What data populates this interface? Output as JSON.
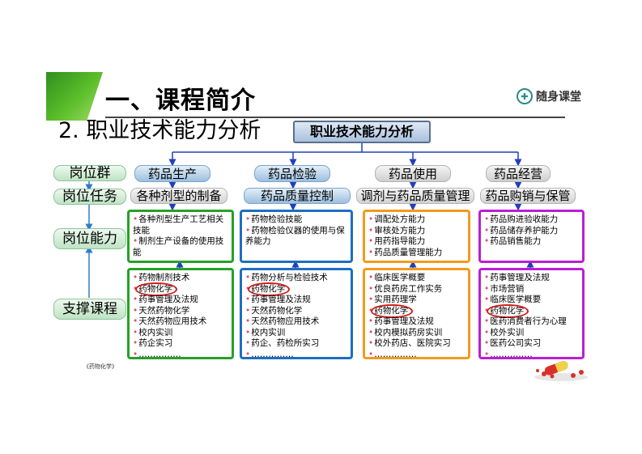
{
  "title": "一、课程简介",
  "subtitle": "2. 职业技术能力分析",
  "logo": "随身课堂",
  "root": "职业技术能力分析",
  "row_labels": {
    "group": "岗位群",
    "task": "岗位任务",
    "capability": "岗位能力",
    "course": "支撑课程"
  },
  "columns": [
    {
      "group": "药品生产",
      "task": "各种剂型的制备",
      "capabilities": [
        "各种剂型生产工艺相关技能",
        "制剂生产设备的使用技能"
      ],
      "courses": [
        "药物制剂技术",
        "药物化学",
        "药事管理及法规",
        "天然药物化学",
        "天然药物应用技术",
        "校内实训",
        "药企实习",
        "……………"
      ]
    },
    {
      "group": "药品检验",
      "task": "药品质量控制",
      "capabilities": [
        "药物检验技能",
        "药物检验仪器的使用与保养能力"
      ],
      "courses": [
        "药物分析与检验技术",
        "药物化学",
        "药事管理及法规",
        "天然药物化学",
        "天然药物应用技术",
        "校内实训",
        "药企、药检所实习",
        "……………"
      ]
    },
    {
      "group": "药品使用",
      "task": "调剂与药品质量管理",
      "capabilities": [
        "调配处方能力",
        "审核处方能力",
        "用药指导能力",
        "药品质量管理能力"
      ],
      "courses": [
        "临床医学概要",
        "优良药房工作实务",
        "实用药理学",
        "药物化学",
        "药事管理及法规",
        "校内模拟药房实训",
        "校外药店、医院实习",
        "……………"
      ]
    },
    {
      "group": "药品经营",
      "task": "药品购销与保管",
      "capabilities": [
        "药品购进验收能力",
        "药品储存养护能力",
        "药品销售能力"
      ],
      "courses": [
        "药事管理及法规",
        "市场营销",
        "临床医学概要",
        "药物化学",
        "医药消费者行为心理",
        "校外实训",
        "医药公司实习",
        "……………"
      ]
    }
  ],
  "caption": "《药物化学》",
  "colors": {
    "green": "#26a126",
    "blue": "#1d6fc1",
    "orange": "#f29b1c",
    "purple": "#bb1ed6",
    "highlight_circle": "#d21f1f",
    "bullet": "#e34a6f",
    "connector": "#1f3fbf"
  },
  "icons": [
    "leaf-corner-decoration",
    "logo-mark-icon",
    "pills-icon"
  ]
}
